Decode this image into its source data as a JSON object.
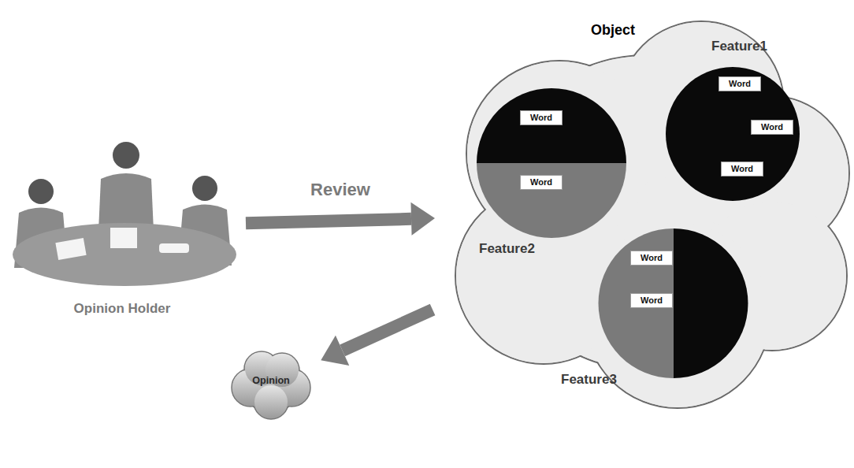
{
  "diagram": {
    "nodes": [
      {
        "text": [
          "Opinion Holder"
        ]
      },
      {
        "text": [
          "Object"
        ]
      },
      {
        "text": [
          "Feature1"
        ],
        "in": 1
      },
      {
        "text": [
          "Word"
        ],
        "in": 2
      },
      {
        "text": [
          "Word"
        ],
        "in": 2
      },
      {
        "text": [
          "Word"
        ],
        "in": 2
      },
      {
        "text": [
          "Feature2"
        ],
        "in": 1
      },
      {
        "text": [
          "Word"
        ],
        "in": 6
      },
      {
        "text": [
          "Word"
        ],
        "in": 6
      },
      {
        "text": [
          "Feature3"
        ],
        "in": 1
      },
      {
        "text": [
          "Word"
        ],
        "in": 9
      },
      {
        "text": [
          "Word"
        ],
        "in": 9
      },
      {
        "text": [
          "Opinion"
        ]
      }
    ],
    "edges": [
      {
        "from": 0,
        "to": 1,
        "label": "Review",
        "arrow": "to"
      },
      {
        "from": 1,
        "to": 12,
        "arrow": "to"
      }
    ]
  }
}
